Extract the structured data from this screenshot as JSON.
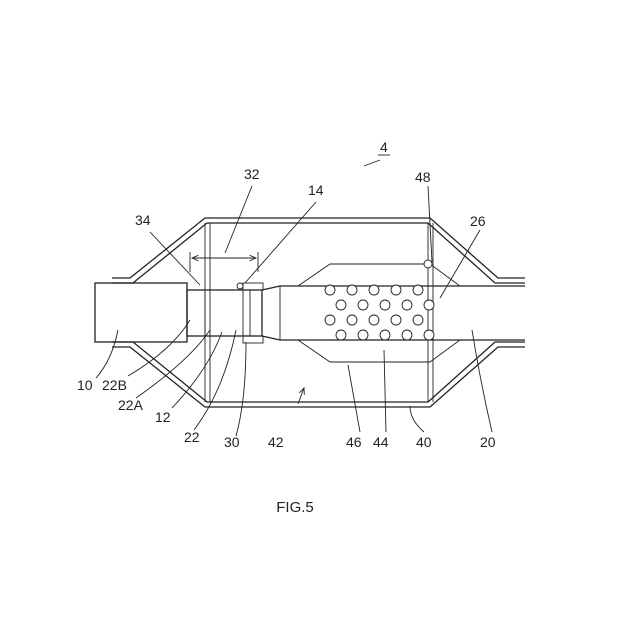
{
  "figure": {
    "caption": "FIG.5",
    "labels": {
      "ref_4": "4",
      "ref_32": "32",
      "ref_14": "14",
      "ref_48": "48",
      "ref_34": "34",
      "ref_26": "26",
      "ref_10": "10",
      "ref_22B": "22B",
      "ref_22A": "22A",
      "ref_12": "12",
      "ref_22": "22",
      "ref_30": "30",
      "ref_42": "42",
      "ref_46": "46",
      "ref_44": "44",
      "ref_40": "40",
      "ref_20": "20"
    }
  }
}
